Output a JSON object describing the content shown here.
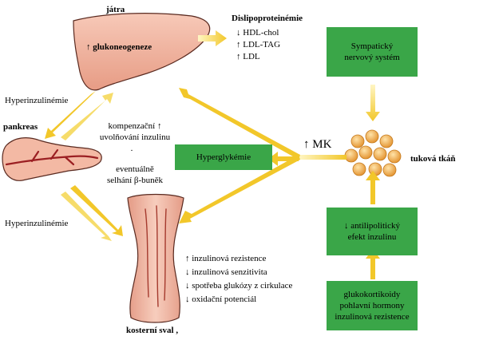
{
  "organs": {
    "liver": {
      "title": "játra",
      "process": "↑ glukoneogeneze"
    },
    "pancreas": {
      "title": "pankreas"
    },
    "muscle": {
      "title": "kosterní sval",
      "title_suffix": ",",
      "effects": [
        "↑ inzulinová rezistence",
        "↓ inzulinová senzitivita",
        "↓ spotřeba glukózy z cirkulace",
        "↓ oxidační potenciál"
      ]
    },
    "fat": {
      "title": "tuková tkáň"
    }
  },
  "dyslipo": {
    "title": "Dislipoproteinémie",
    "items": [
      "↓ HDL-chol",
      "↑ LDL-TAG",
      "↑ LDL"
    ]
  },
  "hyperinsulinemia_top": "Hyperinzulinémie",
  "hyperinsulinemia_bottom": "Hyperinzulinémie",
  "compensation": {
    "lines": [
      "kompenzační ↑",
      "uvolňování inzulinu"
    ],
    "dot": "."
  },
  "failure": {
    "lines": [
      "eventuálně",
      "selhání β-buněk"
    ]
  },
  "mk_label": "↑ MK",
  "boxes": {
    "sympathetic": [
      "Sympatický",
      "nervový systém"
    ],
    "hyperglycemia": [
      "Hyperglykémie"
    ],
    "antilipolytic": [
      "↓ antilipolitický",
      "efekt inzulinu"
    ],
    "glucocorticoids": [
      "glukokortikoidy",
      "pohlavní hormony",
      "inzulinová rezistence"
    ]
  },
  "colors": {
    "box": "#3aa648",
    "arrow": "#f4d03a",
    "organ": "#f2b9a6",
    "organ_dark": "#b04a3a",
    "fat_cell": "#f0a43a"
  }
}
